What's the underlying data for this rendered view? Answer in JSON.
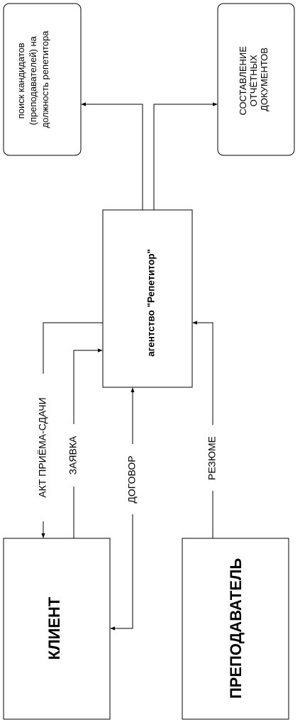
{
  "nodes": {
    "search": {
      "lines": [
        "поиск кандидатов",
        "(преподавателей) на",
        "должность репетитора"
      ]
    },
    "reports": {
      "lines": [
        "СОСТАВЛЕНИЕ",
        "ОТЧЁТНЫХ",
        "ДОКУМЕНТОВ"
      ]
    },
    "agency": {
      "label": "агентство \"Репетитор\""
    },
    "client": {
      "label": "КЛИЕНТ"
    },
    "teacher": {
      "label": "ПРЕПОДАВАТЕЛЬ"
    }
  },
  "flows": {
    "act": "АКТ ПРИЁМА-СДАЧИ",
    "request": "ЗАЯВКА",
    "contract": "ДОГОВОР",
    "resume": "РЕЗЮМЕ"
  }
}
